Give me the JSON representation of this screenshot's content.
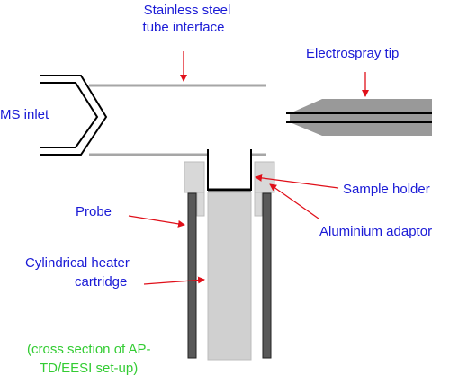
{
  "diagram": {
    "labels": {
      "tube_interface": [
        "Stainless steel",
        "tube interface"
      ],
      "electrospray_tip": "Electrospray tip",
      "ms_inlet": "MS inlet",
      "sample_holder": "Sample holder",
      "probe": "Probe",
      "aluminium_adaptor": "Aluminium adaptor",
      "heater": [
        "Cylindrical heater",
        "cartridge"
      ],
      "caption": [
        "(cross section of AP-",
        "TD/EESI set-up)"
      ]
    },
    "colors": {
      "label_text": "#1a1ad6",
      "caption_text": "#33cc33",
      "arrow": "#e0101a",
      "tube": "#a6a6a6",
      "probe_wall": "#595959",
      "heater_fill": "#d0d0d0",
      "adaptor_fill": "#d8d8d8",
      "outline": "#000000"
    }
  }
}
